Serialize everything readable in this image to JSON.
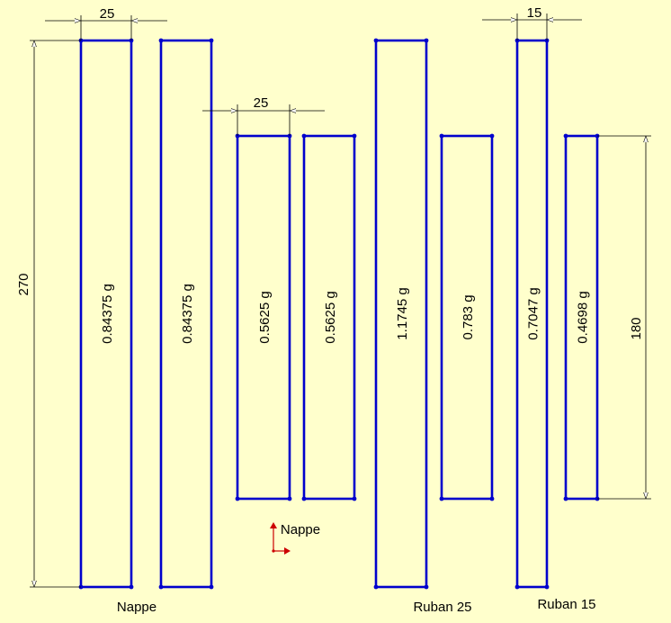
{
  "drawing": {
    "background_color": "#ffffcc",
    "line_color": "#0000cc",
    "dimension_color": "#000000",
    "origin_color": "#cc0000",
    "rectangles": [
      {
        "label": "0.84375 g"
      },
      {
        "label": "0.84375 g"
      },
      {
        "label": "0.5625 g"
      },
      {
        "label": "0.5625 g"
      },
      {
        "label": "1.1745 g"
      },
      {
        "label": "0.783 g"
      },
      {
        "label": "0.7047 g"
      },
      {
        "label": "0.4698 g"
      }
    ],
    "dimensions": {
      "width_nappe_long": "25",
      "width_nappe_short": "25",
      "width_ruban_15": "15",
      "height_long": "270",
      "height_short": "180"
    },
    "group_labels": {
      "nappe_bottom": "Nappe",
      "nappe_origin": "Nappe",
      "ruban_25": "Ruban 25",
      "ruban_15": "Ruban 15"
    },
    "origin_icon": "origin-axes-icon"
  }
}
